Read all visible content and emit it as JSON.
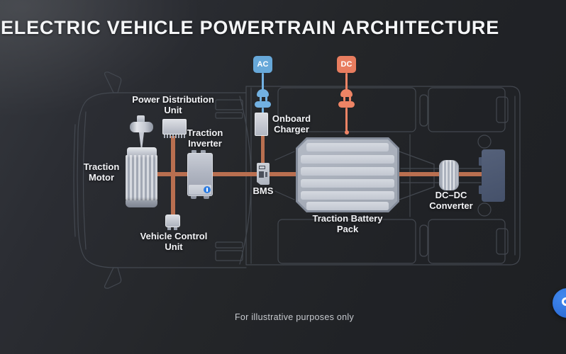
{
  "title": "ELECTRIC VEHICLE POWERTRAIN ARCHITECTURE",
  "legend": {
    "ac_label": "AC",
    "dc_label": "DC"
  },
  "components": {
    "traction_motor": "Traction Motor",
    "power_distribution_unit": "Power Distribution Unit",
    "traction_inverter": "Traction Inverter",
    "vehicle_control_unit": "Vehicle Control Unit",
    "onboard_charger": "Onboard Charger",
    "bms": "BMS",
    "traction_battery_pack": "Traction Battery Pack",
    "dc_dc_converter": "DC–DC Converter"
  },
  "footer": {
    "disclaimer": "For illustrative purposes only"
  },
  "colors": {
    "ac_blue": "#67a8d9",
    "dc_orange": "#e87d5f",
    "wire_orange": "#b96f50",
    "background_dark": "#232529",
    "vehicle_outline_gray": "#454a52",
    "component_gray": "#b7bcc6",
    "help_button_blue": "#2e6fd6"
  }
}
